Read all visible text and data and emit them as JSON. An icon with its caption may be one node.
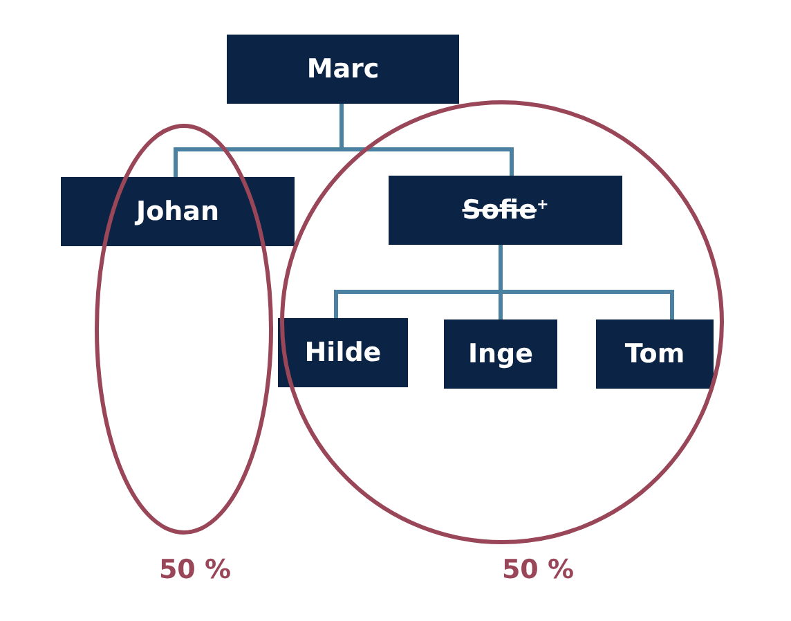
{
  "diagram": {
    "nodes": [
      {
        "text": [
          "Marc"
        ]
      },
      {
        "text": [
          "Johan"
        ]
      },
      {
        "text": [
          "Sofie$^{+}$"
        ]
      },
      {
        "text": [
          "Hilde"
        ]
      },
      {
        "text": [
          "Inge"
        ]
      },
      {
        "text": [
          "Tom"
        ]
      }
    ],
    "edges": [
      {
        "from": 0,
        "to": 1,
        "arrow": "none"
      },
      {
        "from": 0,
        "to": 2,
        "arrow": "none"
      },
      {
        "from": 2,
        "to": 3,
        "arrow": "none"
      },
      {
        "from": 2,
        "to": 4,
        "arrow": "none"
      },
      {
        "from": 2,
        "to": 5,
        "arrow": "none"
      }
    ],
    "labels": [
      "50 %",
      "50 %"
    ]
  }
}
